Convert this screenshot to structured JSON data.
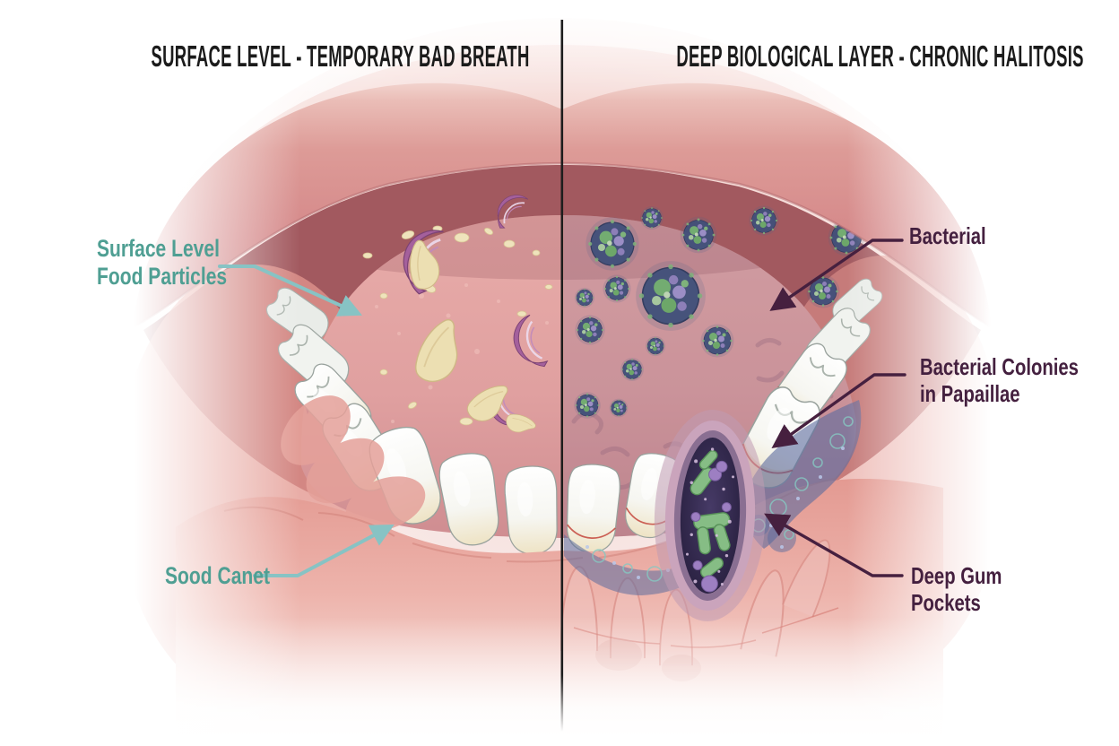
{
  "titles": {
    "left": "SURFACE LEVEL - TEMPORARY BAD BREATH",
    "right": "DEEP BIOLOGICAL LAYER - CHRONIC HALITOSIS",
    "color": "#1b1b1b"
  },
  "left_panel": {
    "label_color": "#4f9f93",
    "arrow_color": "#87c3c4",
    "labels": {
      "food_particles": {
        "line1": "Surface Level",
        "line2": "Food Particles"
      },
      "tooth_surface": {
        "line1": "Sood Canet"
      }
    }
  },
  "right_panel": {
    "label_color": "#44203f",
    "arrow_color": "#46203f",
    "labels": {
      "bacteria_tongue": {
        "line1": "Bacterial"
      },
      "bacteria_papillae": {
        "line1": "Bacterial Colonies",
        "line2": "in Papaillae"
      },
      "gum_pockets": {
        "line1": "Deep Gum",
        "line2": "Pockets"
      }
    }
  },
  "divider": {
    "color": "#1d1d1d"
  },
  "illustration": {
    "description": "Open mouth split in two: left half shows food debris (onion slices, garlic cloves) on the tongue above clean lower teeth; right half shows bacterial colonies on the tongue, blue biofilm along the gumline and a deep gum pocket cutaway filled with rod and round bacteria",
    "palette": {
      "lip_pink": "#d8908e",
      "inner_mouth": "#a2595f",
      "tongue": "#e2a4a3",
      "gum": "#e8a39c",
      "tooth_white": "#fbfbf8",
      "onion_purple": "#a4609c",
      "garlic_cream": "#ecdfb2",
      "colony_base": "#41507a",
      "bacteria_green": "#7fbc7e",
      "bacteria_purple": "#9d7fc2",
      "biofilm_blue": "#5b6b9e",
      "pocket_dark": "#332a4e"
    }
  }
}
